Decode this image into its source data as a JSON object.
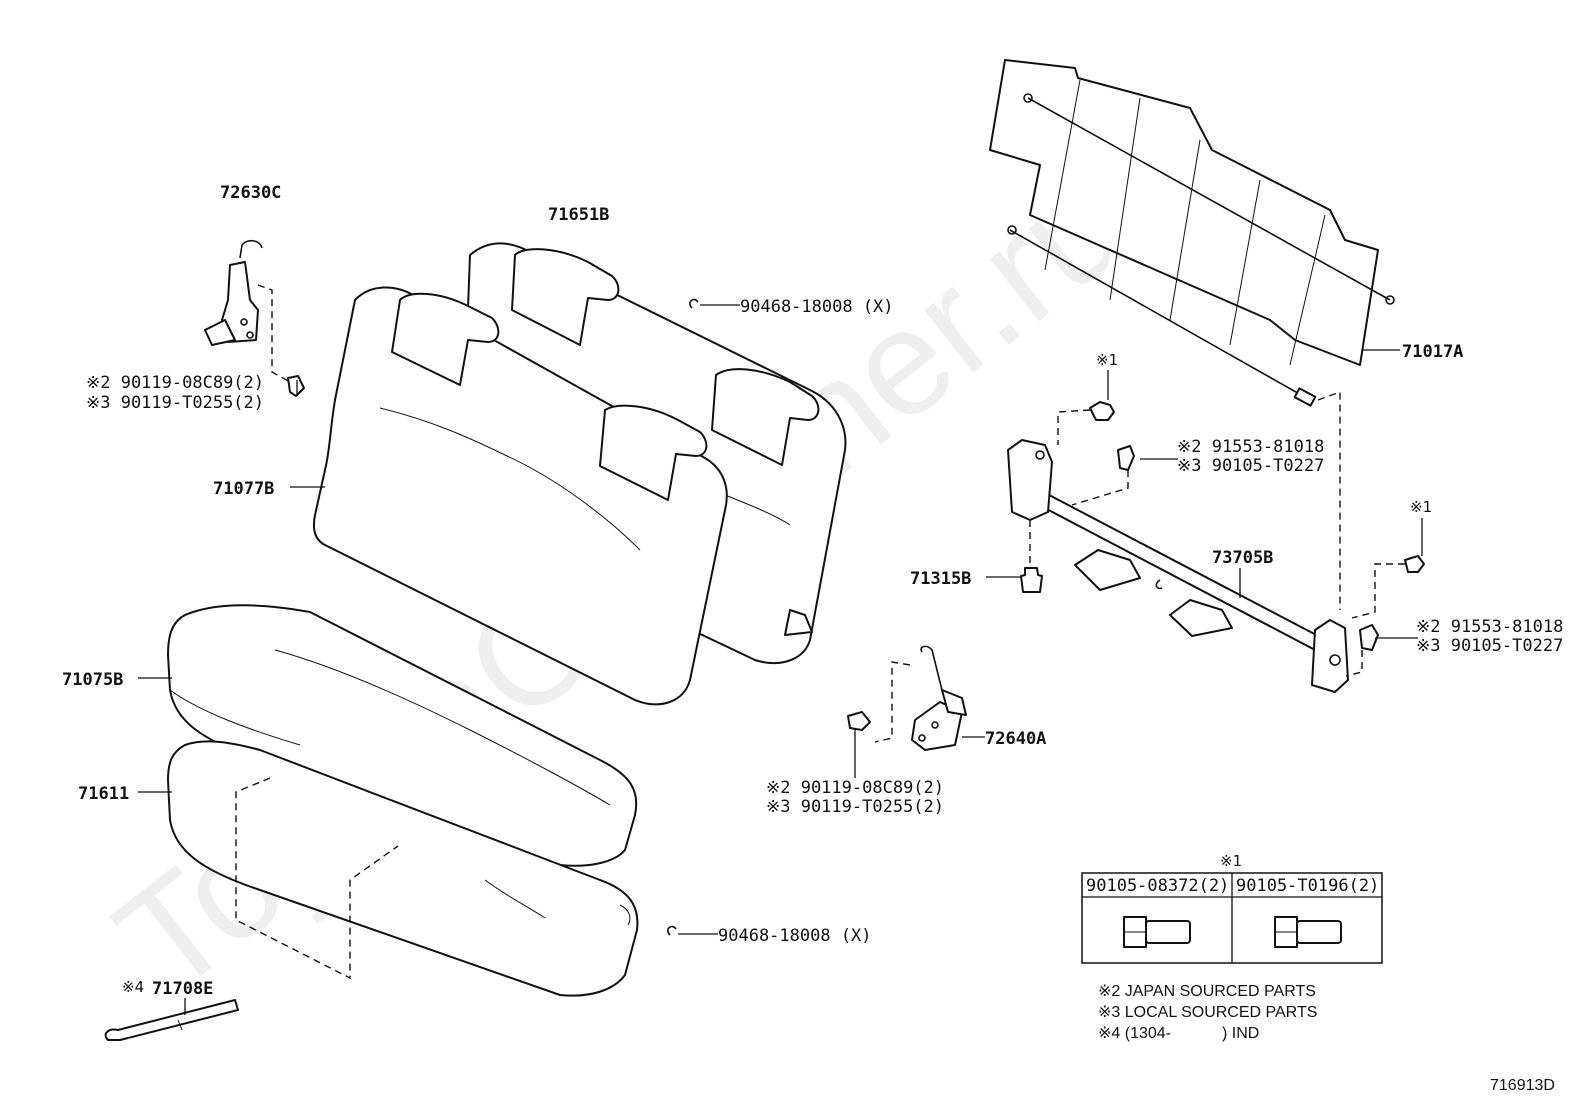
{
  "diagram_id": "716913D",
  "watermark": "ToyotaCarMiner.ru",
  "parts": {
    "hinge_left": "72630C",
    "headrest_back": "71651B",
    "clip_top": "90468-18008 (X)",
    "seatback_cover": "71077B",
    "cushion_cover": "71075B",
    "cushion_pad": "71611",
    "clip_bottom": "90468-18008 (X)",
    "strap": "71708E",
    "strap_mark": "※4",
    "board": "71017A",
    "rod_frame": "73705B",
    "bushing": "71315B",
    "hinge_center": "72640A"
  },
  "screws": {
    "left_1": "※2 90119-08C89(2)",
    "left_2": "※3 90119-T0255(2)",
    "center_1": "※2 90119-08C89(2)",
    "center_2": "※3 90119-T0255(2)",
    "upper_1": "※2 91553-81018",
    "upper_2": "※3 90105-T0227",
    "right_1": "※2 91553-81018",
    "right_2": "※3 90105-T0227",
    "mark1_a": "※1",
    "mark1_b": "※1"
  },
  "table": {
    "title": "※1",
    "col1": "90105-08372(2)",
    "col2": "90105-T0196(2)"
  },
  "notes": {
    "n2": "※2 JAPAN SOURCED PARTS",
    "n3": "※3 LOCAL SOURCED PARTS",
    "n4a": "※4 (1304-",
    "n4b": ") IND"
  }
}
